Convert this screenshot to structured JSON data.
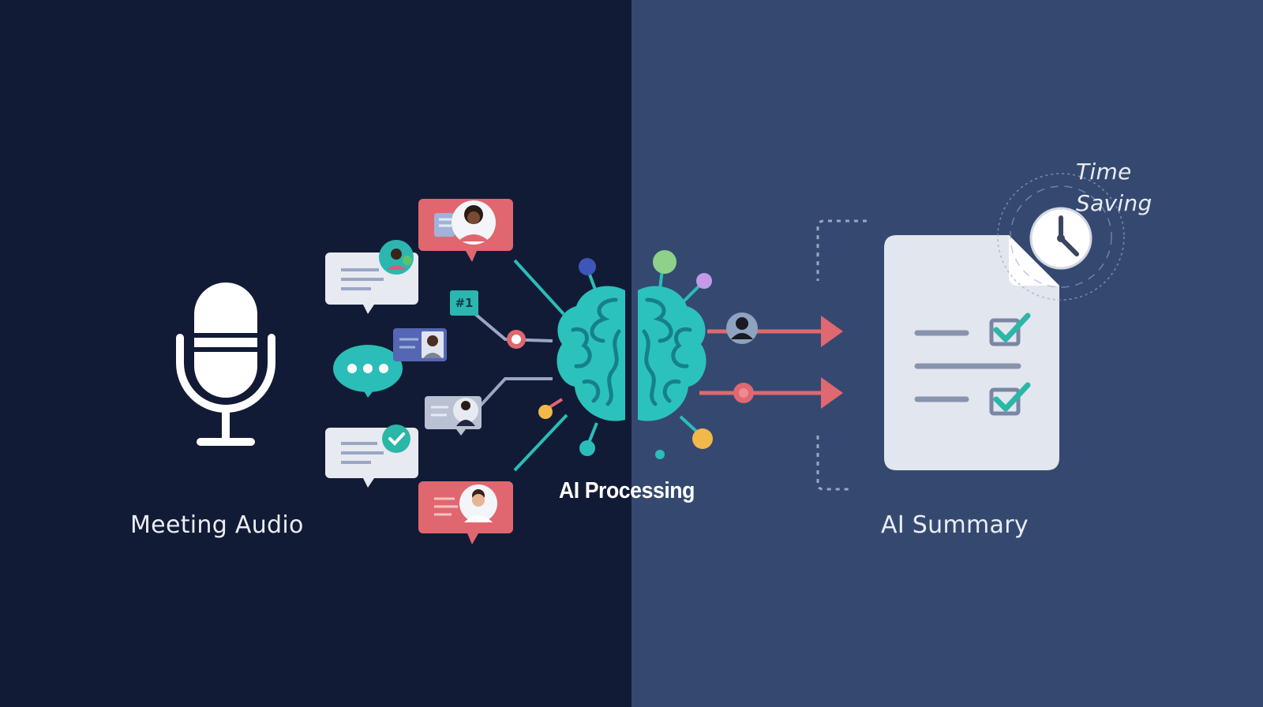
{
  "stages": {
    "input_label": "Meeting Audio",
    "processing_label": "AI Processing",
    "output_label": "AI Summary"
  },
  "time_saving": {
    "line1": "Time",
    "line2": "Saving"
  },
  "tag_label": "#1",
  "colors": {
    "left_background": "#121b35",
    "right_background": "#354970",
    "brain_teal": "#2bc2bb",
    "arrow_red": "#e06870",
    "bubble_coral": "#e0676f",
    "bubble_light": "#e7eaf0",
    "checkmark_teal": "#2bb7a8"
  },
  "icons": [
    "microphone-icon",
    "brain-icon",
    "document-icon",
    "clock-icon",
    "checkbox-icon",
    "chat-bubble-icon",
    "avatar-icon",
    "arrow-icon"
  ]
}
